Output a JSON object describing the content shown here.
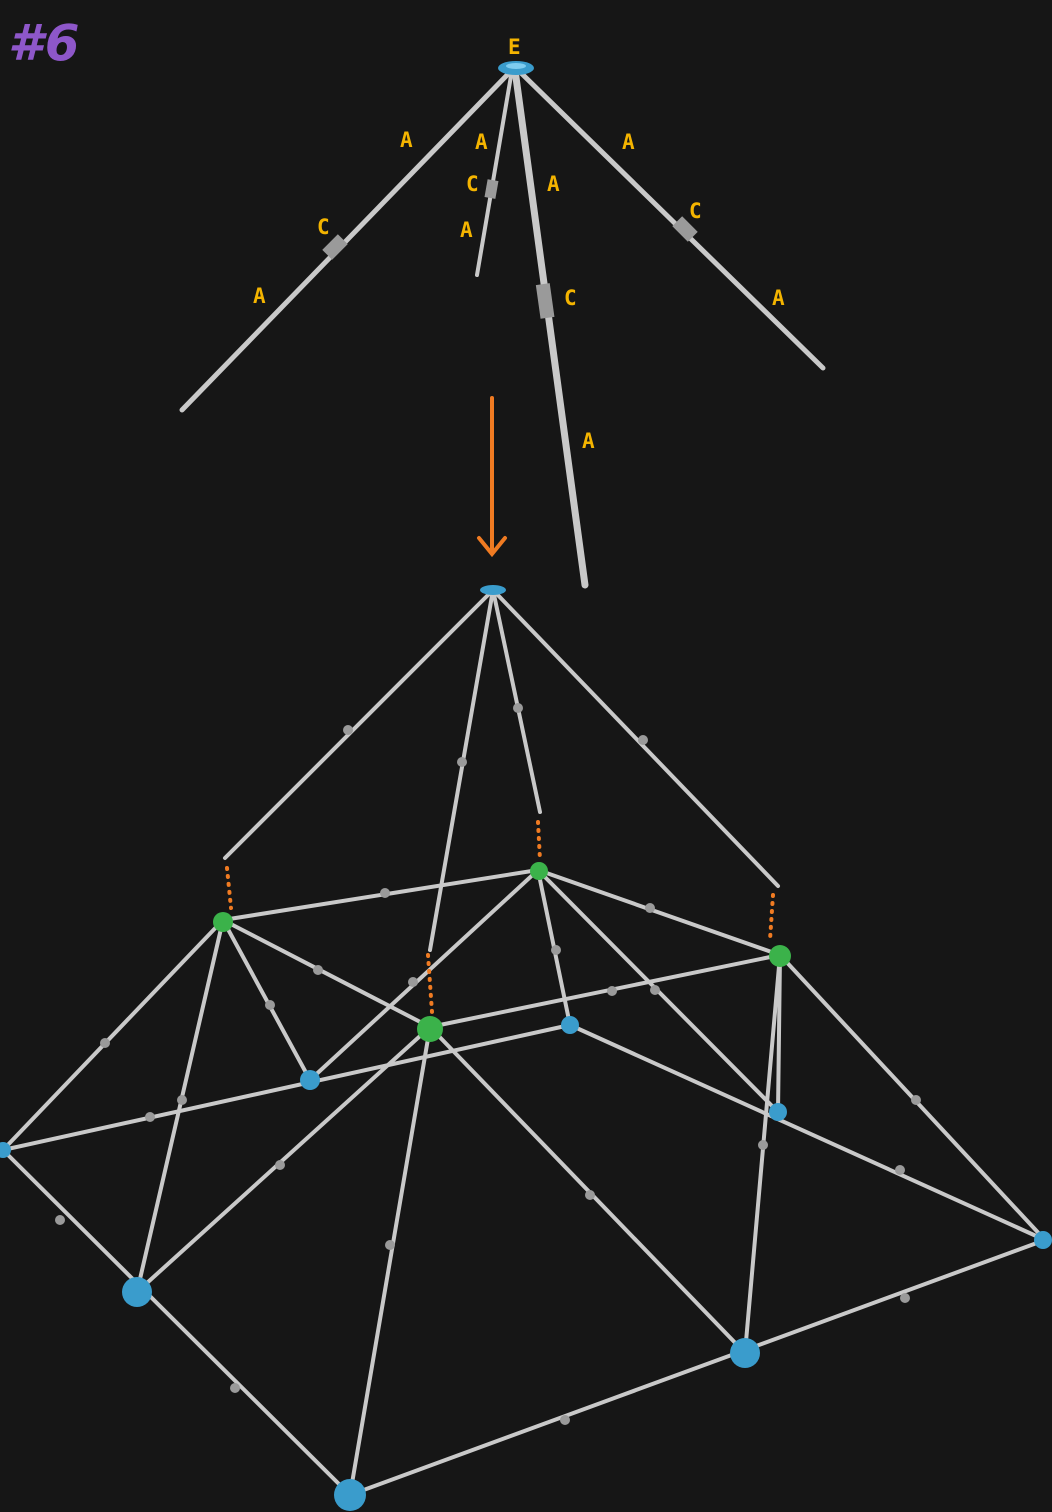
{
  "step": {
    "number": "#6"
  },
  "colors": {
    "background": "#161616",
    "rod": "#c9c9c9",
    "label": "#f4b400",
    "step_number": "#8e57c9",
    "arrow": "#f07b22",
    "connector_blue": "#3a9ccc",
    "connector_green": "#3bb24a",
    "guide_dots": "#f07b22"
  },
  "top_assembly": {
    "hub_label": "E",
    "labels": [
      "A",
      "A",
      "A",
      "C",
      "A",
      "C",
      "A",
      "C",
      "C",
      "A",
      "A",
      "A"
    ]
  },
  "arrow": {
    "icon": "down-arrow-icon"
  }
}
